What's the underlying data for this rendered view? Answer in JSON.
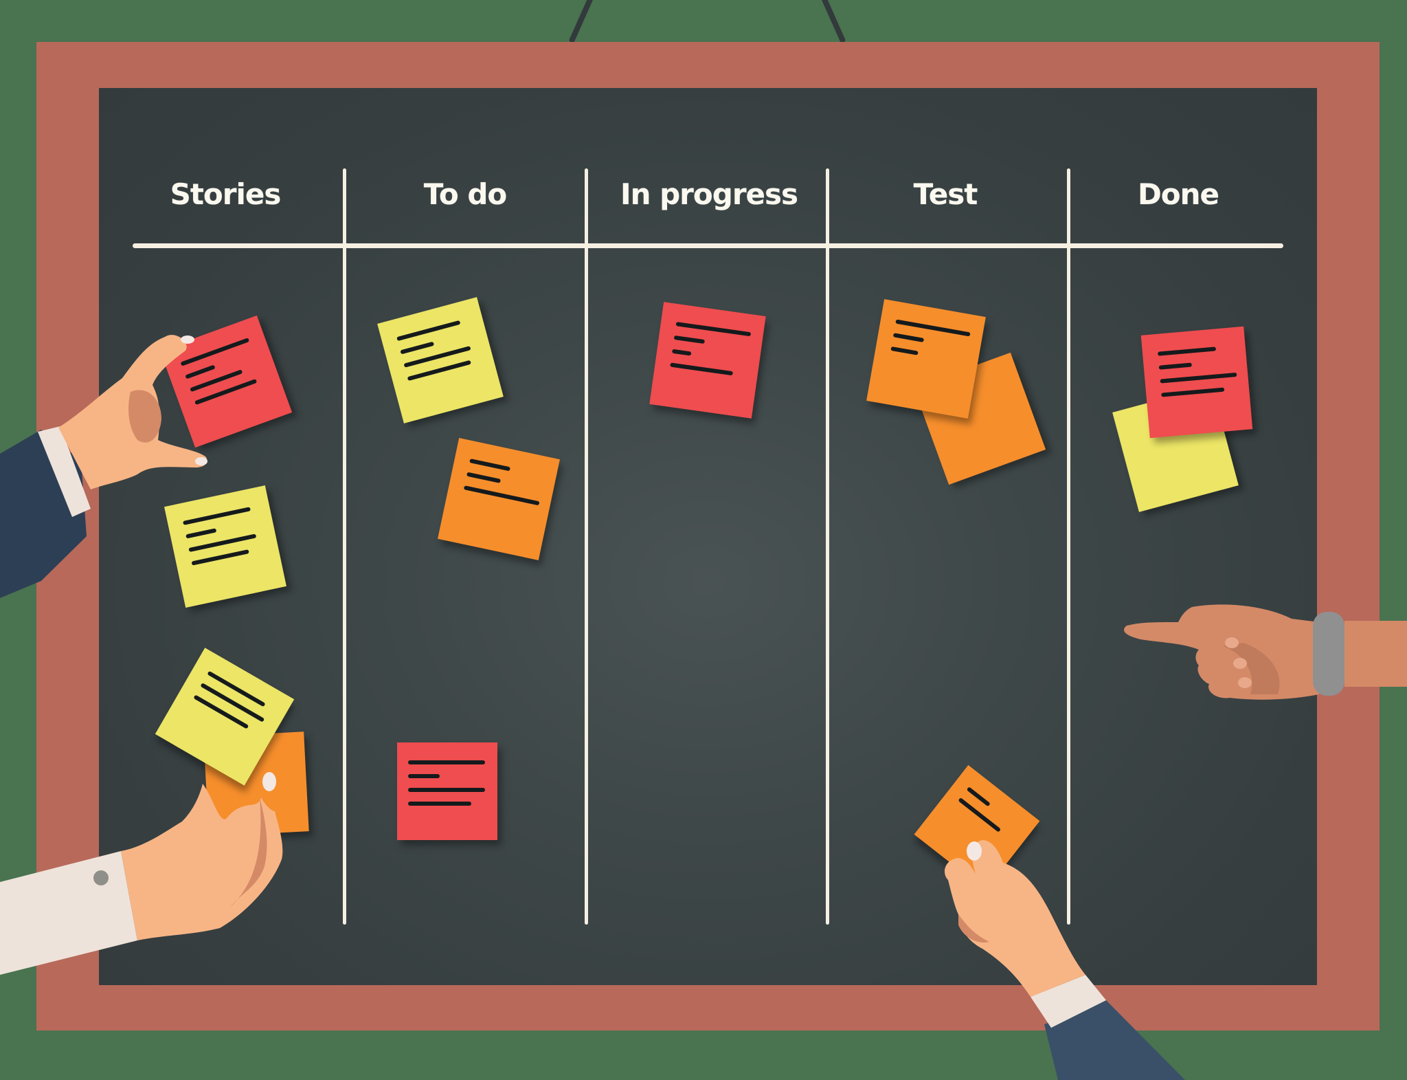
{
  "scene": {
    "title": "Kanban board illustration",
    "colors": {
      "background": "#4a7350",
      "frame": "#b8695a",
      "board": "#384042",
      "chalk": "#f5f0e2",
      "note_red": "#ef4d4f",
      "note_yellow": "#ece566",
      "note_orange": "#f68e2c",
      "skin_light": "#f7b585",
      "skin_dark": "#d48a67",
      "sleeve_navy": "#2d3f55",
      "shirt_cream": "#eee3da"
    }
  },
  "board": {
    "columns": [
      {
        "label": "Stories"
      },
      {
        "label": "To do"
      },
      {
        "label": "In progress"
      },
      {
        "label": "Test"
      },
      {
        "label": "Done"
      }
    ]
  },
  "notes": [
    {
      "column": "Stories",
      "color": "red",
      "lines": 4,
      "state": "held by hand"
    },
    {
      "column": "Stories",
      "color": "yellow",
      "lines": 4
    },
    {
      "column": "Stories",
      "color": "yellow",
      "lines": 3
    },
    {
      "column": "Stories",
      "color": "orange",
      "lines": 0,
      "state": "held by hand"
    },
    {
      "column": "To do",
      "color": "yellow",
      "lines": 4
    },
    {
      "column": "To do",
      "color": "orange",
      "lines": 3
    },
    {
      "column": "To do",
      "color": "red",
      "lines": 4
    },
    {
      "column": "In progress",
      "color": "red",
      "lines": 4
    },
    {
      "column": "Test",
      "color": "orange",
      "lines": 3
    },
    {
      "column": "Test",
      "color": "orange",
      "lines": 0
    },
    {
      "column": "Test",
      "color": "orange",
      "lines": 2,
      "state": "held by hand"
    },
    {
      "column": "Done",
      "color": "yellow",
      "lines": 0
    },
    {
      "column": "Done",
      "color": "red",
      "lines": 4
    }
  ],
  "hands": [
    {
      "position": "upper-left",
      "action": "placing note",
      "sleeve": "navy suit"
    },
    {
      "position": "lower-left",
      "action": "holding notes",
      "sleeve": "cream shirt"
    },
    {
      "position": "right",
      "action": "pointing",
      "accessory": "gray wristband"
    },
    {
      "position": "bottom-center",
      "action": "holding note",
      "sleeve": "navy suit"
    }
  ]
}
